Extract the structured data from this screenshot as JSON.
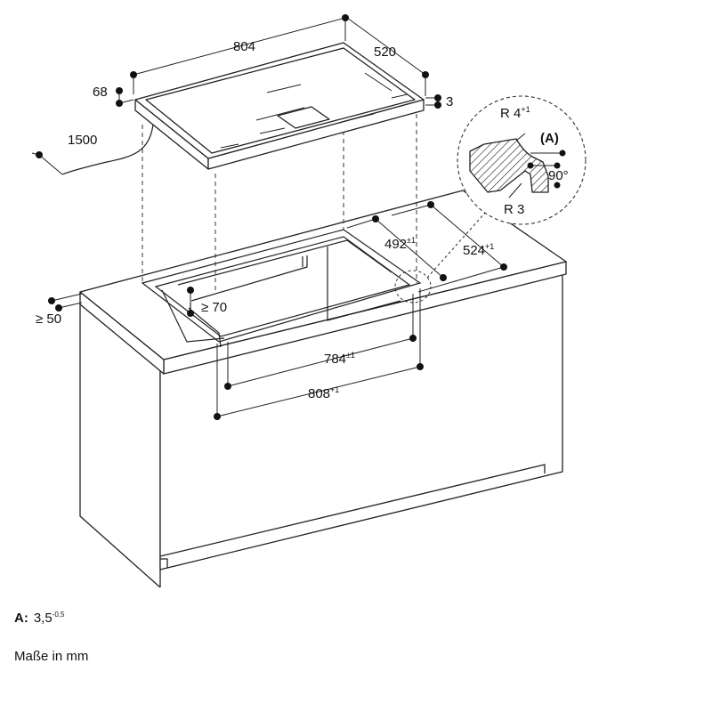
{
  "dimensions": {
    "hob_width": "804",
    "hob_depth": "520",
    "frame_height": "68",
    "lip_thickness": "3",
    "cable_length": "1500",
    "front_distance": "≥ 50",
    "cabinet_clearance": "≥ 70",
    "cutout_depth": "492",
    "cutout_depth_tol": "±1",
    "recess_depth": "524",
    "recess_depth_tol": "+1",
    "cutout_width": "784",
    "cutout_width_tol": "±1",
    "recess_width": "808",
    "recess_width_tol": "+1"
  },
  "detail": {
    "radius_top": "R 4",
    "radius_top_tol": "+1",
    "radius_bottom": "R 3",
    "angle": "90°",
    "marker": "(A)"
  },
  "footer": {
    "a_label": "A:",
    "a_value": "3,5",
    "a_tol": "-0,5",
    "unit_note": "Maße in mm"
  }
}
